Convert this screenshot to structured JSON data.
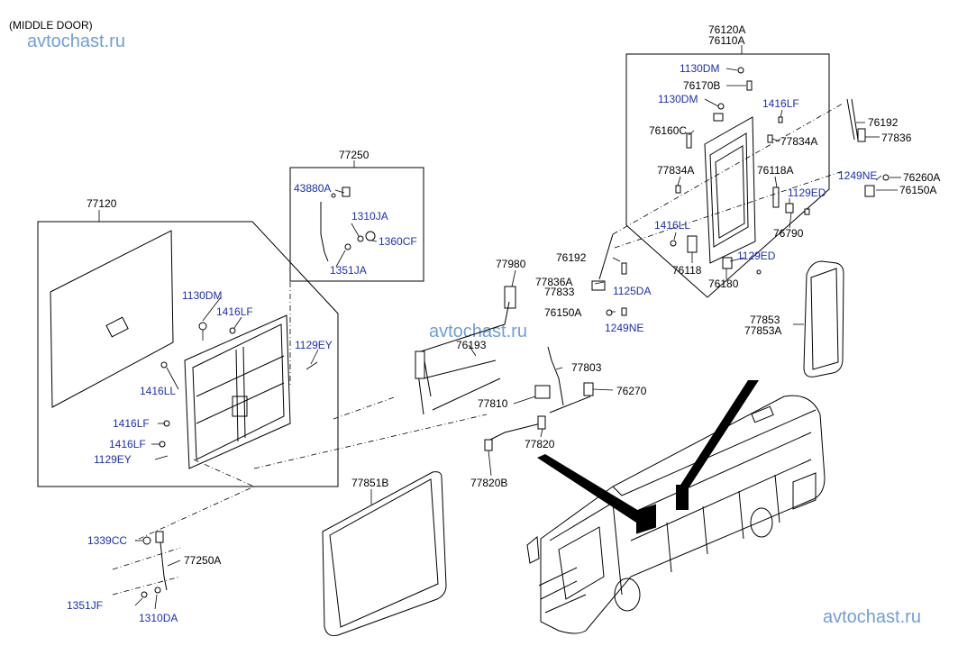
{
  "title": "(MIDDLE DOOR)",
  "watermarks": [
    "avtochast.ru",
    "avtochast.ru",
    "avtochast.ru"
  ],
  "labels": {
    "l77120": "77120",
    "l77250": "77250",
    "l43880A": "43880A",
    "l1310JA": "1310JA",
    "l1360CF": "1360CF",
    "l1351JA": "1351JA",
    "l1130DM_a": "1130DM",
    "l1416LF_a": "1416LF",
    "l1129EY_a": "1129EY",
    "l1416LL_a": "1416LL",
    "l1416LF_b": "1416LF",
    "l1416LF_c": "1416LF",
    "l1129EY_b": "1129EY",
    "l77851B": "77851B",
    "l1339CC": "1339CC",
    "l77250A": "77250A",
    "l1351JF": "1351JF",
    "l1310DA": "1310DA",
    "l77980": "77980",
    "l77836A_a": "77836A",
    "l77833": "77833",
    "l76193": "76193",
    "l76150A_a": "76150A",
    "l1249NE_a": "1249NE",
    "l1125DA": "1125DA",
    "l76192_a": "76192",
    "l77803": "77803",
    "l77810": "77810",
    "l76270": "76270",
    "l77820": "77820",
    "l77820B": "77820B",
    "l76120A": "76120A",
    "l76110A": "76110A",
    "l1130DM_b": "1130DM",
    "l76170B": "76170B",
    "l1130DM_c": "1130DM",
    "l1416LF_d": "1416LF",
    "l76160C": "76160C",
    "l77834A_a": "77834A",
    "l77834A_b": "77834A",
    "l76118A": "76118A",
    "l1129ED_a": "1129ED",
    "l1416LL_b": "1416LL",
    "l76790": "76790",
    "l1129ED_b": "1129ED",
    "l76118": "76118",
    "l76180": "76180",
    "l76192_b": "76192",
    "l77836": "77836",
    "l1249NE_b": "1249NE",
    "l76260A": "76260A",
    "l76150A_b": "76150A",
    "l77853": "77853",
    "l77853A": "77853A"
  },
  "colors": {
    "label": "#1a2fb8",
    "watermark": "#6f9fd6",
    "line": "#000000"
  }
}
